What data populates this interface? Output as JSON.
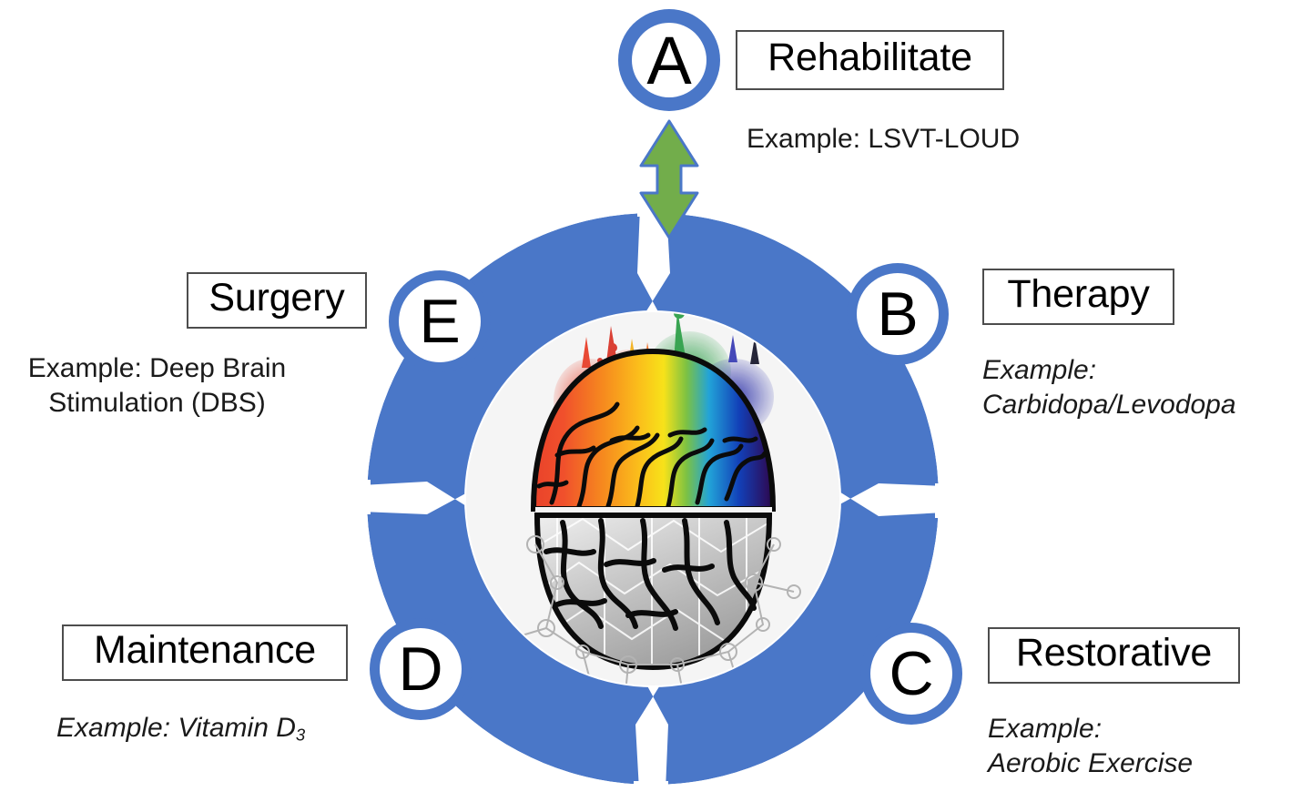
{
  "figure": {
    "type": "cycle-diagram",
    "center_image": "rainbow-watercolor-brain-with-gray-lower-half-and-network-nodes",
    "ring_color": "#4a77c8",
    "arrow_color": "#72ad4b",
    "arrow_outline_color": "#4a77c8",
    "marker_circle_fill": "#ffffff",
    "marker_circle_stroke": "#4a77c8",
    "inner_circle_fill": "#f5f5f5"
  },
  "nodes": [
    {
      "id": "A",
      "letter": "A",
      "title": "Rehabilitate",
      "example": "Example: LSVT-LOUD",
      "example_style": "normal"
    },
    {
      "id": "B",
      "letter": "B",
      "title": "Therapy",
      "example": "Example:\nCarbidopa/Levodopa",
      "example_style": "italic"
    },
    {
      "id": "C",
      "letter": "C",
      "title": "Restorative",
      "example": "Example:\nAerobic Exercise",
      "example_style": "italic"
    },
    {
      "id": "D",
      "letter": "D",
      "title": "Maintenance",
      "example_prefix": "Example: Vitamin D",
      "example_subscript": "3",
      "example_style": "italic"
    },
    {
      "id": "E",
      "letter": "E",
      "title": "Surgery",
      "example": "Example: Deep Brain\nStimulation (DBS)",
      "example_style": "normal"
    }
  ],
  "connector": {
    "name": "double-headed-vertical-arrow",
    "direction": "bidirectional"
  }
}
